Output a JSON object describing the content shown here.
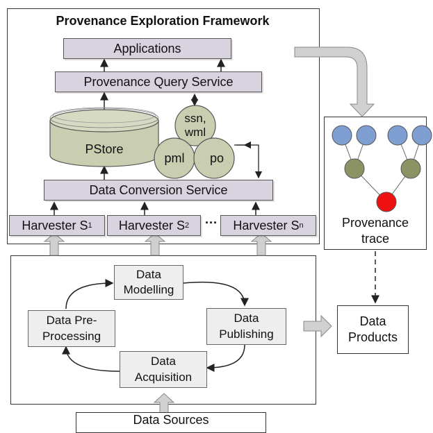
{
  "framework": {
    "title": "Provenance Exploration Framework",
    "applications": "Applications",
    "query_service": "Provenance Query Service",
    "pstore": "PStore",
    "ontologies": {
      "top": "ssn,\nwml",
      "left": "pml",
      "right": "po"
    },
    "conversion_service": "Data Conversion Service",
    "harvesters": [
      {
        "label": "Harvester S",
        "sub": "1"
      },
      {
        "label": "Harvester S",
        "sub": "2"
      },
      {
        "label": "Harvester S",
        "sub": "n"
      }
    ],
    "ellipsis": "···"
  },
  "lifecycle": {
    "modelling": "Data\nModelling",
    "preprocessing": "Data Pre-\nProcessing",
    "publishing": "Data\nPublishing",
    "acquisition": "Data\nAcquisition"
  },
  "sources": "Data Sources",
  "trace": {
    "label": "Provenance\ntrace",
    "colors": {
      "leaf": "#7f9fd3",
      "mid": "#8a9363",
      "root": "#ee1111"
    }
  },
  "products": "Data\nProducts"
}
